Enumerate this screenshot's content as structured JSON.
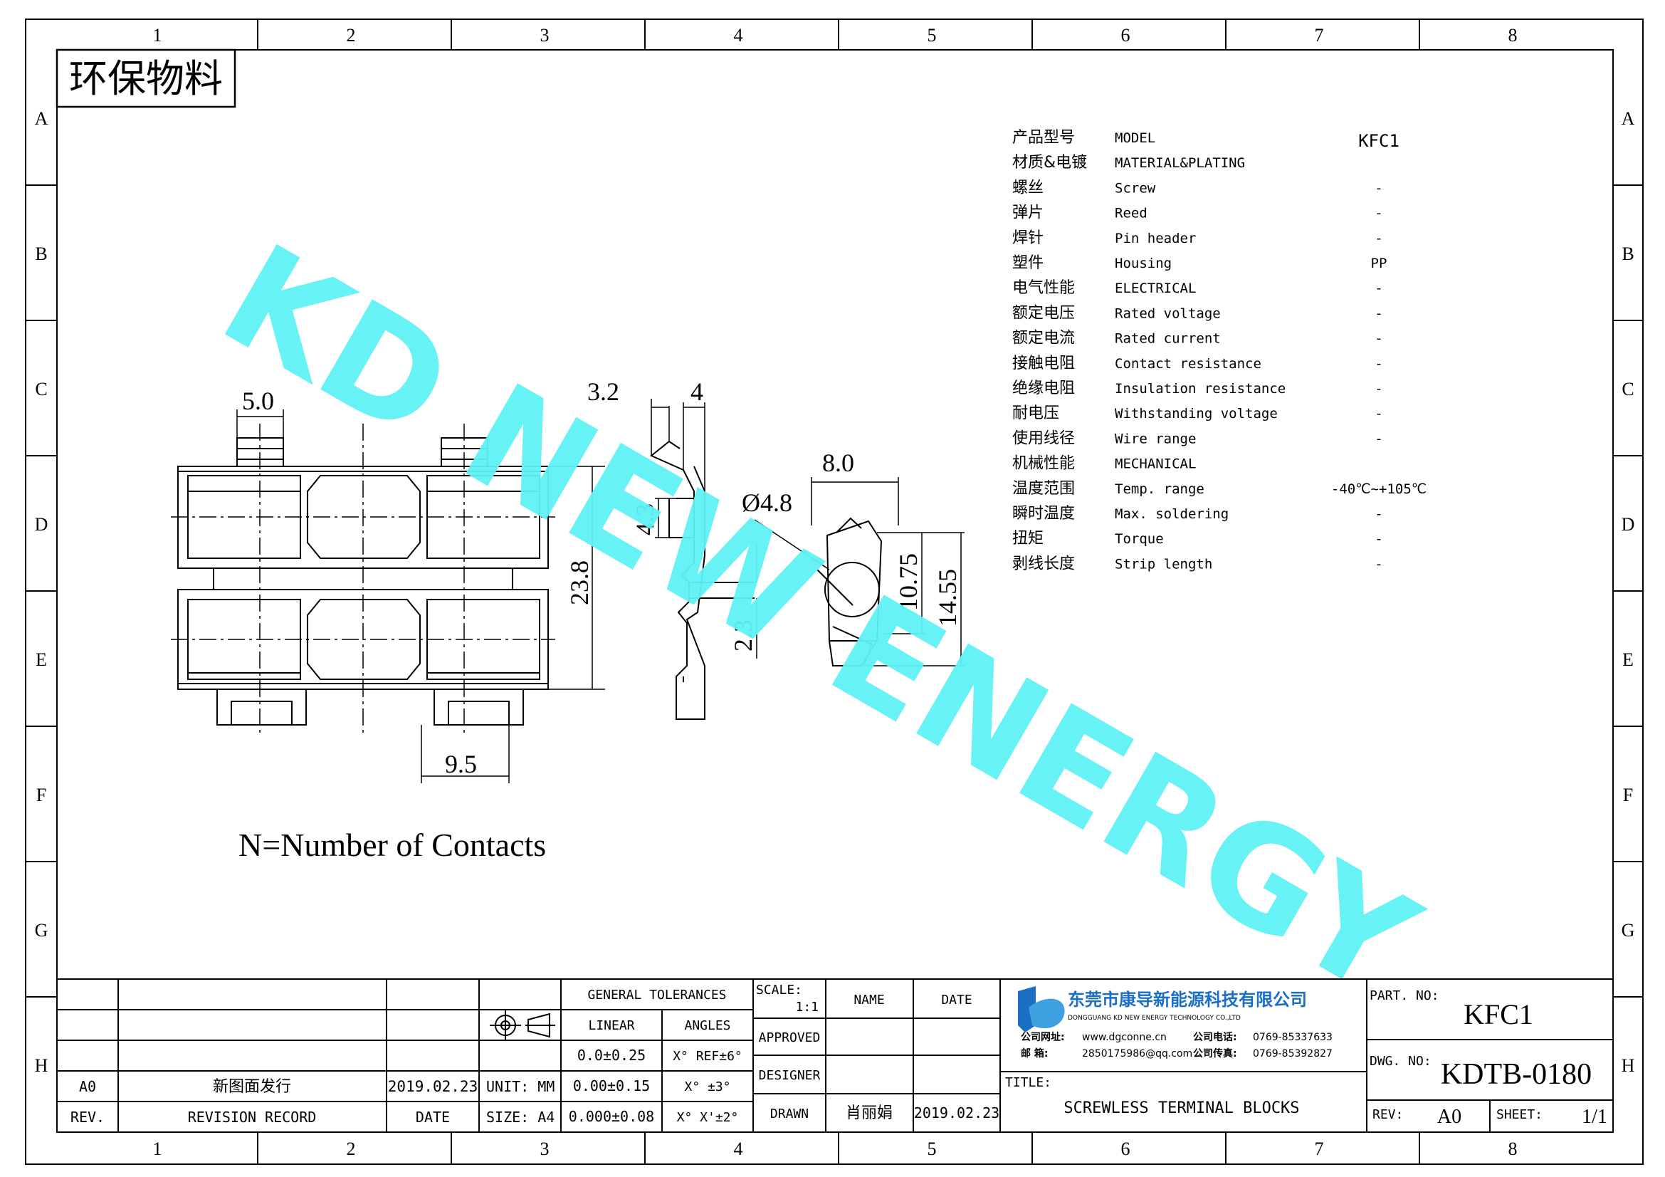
{
  "frame": {
    "col_labels": [
      "1",
      "2",
      "3",
      "4",
      "5",
      "6",
      "7",
      "8"
    ],
    "row_labels": [
      "A",
      "B",
      "C",
      "D",
      "E",
      "F",
      "G",
      "H"
    ]
  },
  "badge": "环保物料",
  "watermark": "KD NEW ENERGY",
  "watermark_color": "#5ff1f5",
  "note": "N=Number of Contacts",
  "dimensions": {
    "d_5_0": "5.0",
    "d_3_2": "3.2",
    "d_4": "4",
    "d_8_0": "8.0",
    "d_4_3": "4.3",
    "d_phi_4_8": "Ø4.8",
    "d_23_8": "23.8",
    "d_10_75": "10.75",
    "d_14_55": "14.55",
    "d_2_3": "2.3",
    "d_9_5": "9.5"
  },
  "spec_rows": [
    {
      "cn": "产品型号",
      "en": "MODEL",
      "val": "KFC1"
    },
    {
      "cn": "材质&电镀",
      "en": "MATERIAL&PLATING",
      "val": ""
    },
    {
      "cn": "螺丝",
      "en": "Screw",
      "val": "-"
    },
    {
      "cn": "弹片",
      "en": "Reed",
      "val": "-"
    },
    {
      "cn": "焊针",
      "en": "Pin header",
      "val": "-"
    },
    {
      "cn": "塑件",
      "en": "Housing",
      "val": "PP"
    },
    {
      "cn": "电气性能",
      "en": "ELECTRICAL",
      "val": "-"
    },
    {
      "cn": "额定电压",
      "en": "Rated voltage",
      "val": "-"
    },
    {
      "cn": "额定电流",
      "en": "Rated current",
      "val": "-"
    },
    {
      "cn": "接触电阻",
      "en": "Contact resistance",
      "val": "-"
    },
    {
      "cn": "绝缘电阻",
      "en": "Insulation resistance",
      "val": "-"
    },
    {
      "cn": "耐电压",
      "en": "Withstanding voltage",
      "val": "-"
    },
    {
      "cn": "使用线径",
      "en": "Wire range",
      "val": "-"
    },
    {
      "cn": "机械性能",
      "en": "MECHANICAL",
      "val": ""
    },
    {
      "cn": "温度范围",
      "en": "Temp. range",
      "val": "-40℃~+105℃"
    },
    {
      "cn": "瞬时温度",
      "en": "Max. soldering",
      "val": "-"
    },
    {
      "cn": "扭矩",
      "en": "Torque",
      "val": "-"
    },
    {
      "cn": "剥线长度",
      "en": "Strip length",
      "val": "-"
    }
  ],
  "title_block": {
    "rev_cell": "A0",
    "rev_desc": "新图面发行",
    "rev_date": "2019.02.23",
    "rev_header": "REV.",
    "revision_record_header": "REVISION RECORD",
    "date_header": "DATE",
    "unit": "UNIT: MM",
    "size": "SIZE: A4",
    "general_tolerances": "GENERAL TOLERANCES",
    "linear": "LINEAR",
    "angles": "ANGLES",
    "tol_linear": [
      "0.0±0.25",
      "0.00±0.15",
      "0.000±0.08"
    ],
    "tol_angles": [
      "X° REF±6°",
      "X° ±3°",
      "X° X'±2°"
    ],
    "scale_label": "SCALE:",
    "scale_value": "1:1",
    "name_header": "NAME",
    "date_col_header": "DATE",
    "approved": "APPROVED",
    "designer": "DESIGNER",
    "drawn": "DRAWN",
    "drawn_name": "肖丽娟",
    "drawn_date": "2019.02.23",
    "company_cn": "东莞市康导新能源科技有限公司",
    "company_en": "DONGGUANG KD NEW ENERGY TECHNOLOGY CO.,LTD",
    "website_label": "公司网址:",
    "website": "www.dgconne.cn",
    "phone_label": "公司电话:",
    "phone": "0769-85337633",
    "email_label": "邮    箱:",
    "email": "2850175986@qq.com",
    "fax_label": "公司传真:",
    "fax": "0769-85392827",
    "title_label": "TITLE:",
    "title": "SCREWLESS TERMINAL BLOCKS",
    "part_no_label": "PART. NO:",
    "part_no": "KFC1",
    "dwg_no_label": "DWG. NO:",
    "dwg_no": "KDTB-0180",
    "rev_label": "REV:",
    "rev_value": "A0",
    "sheet_label": "SHEET:",
    "sheet_value": "1/1",
    "logo_color": "#1a6fc4"
  }
}
